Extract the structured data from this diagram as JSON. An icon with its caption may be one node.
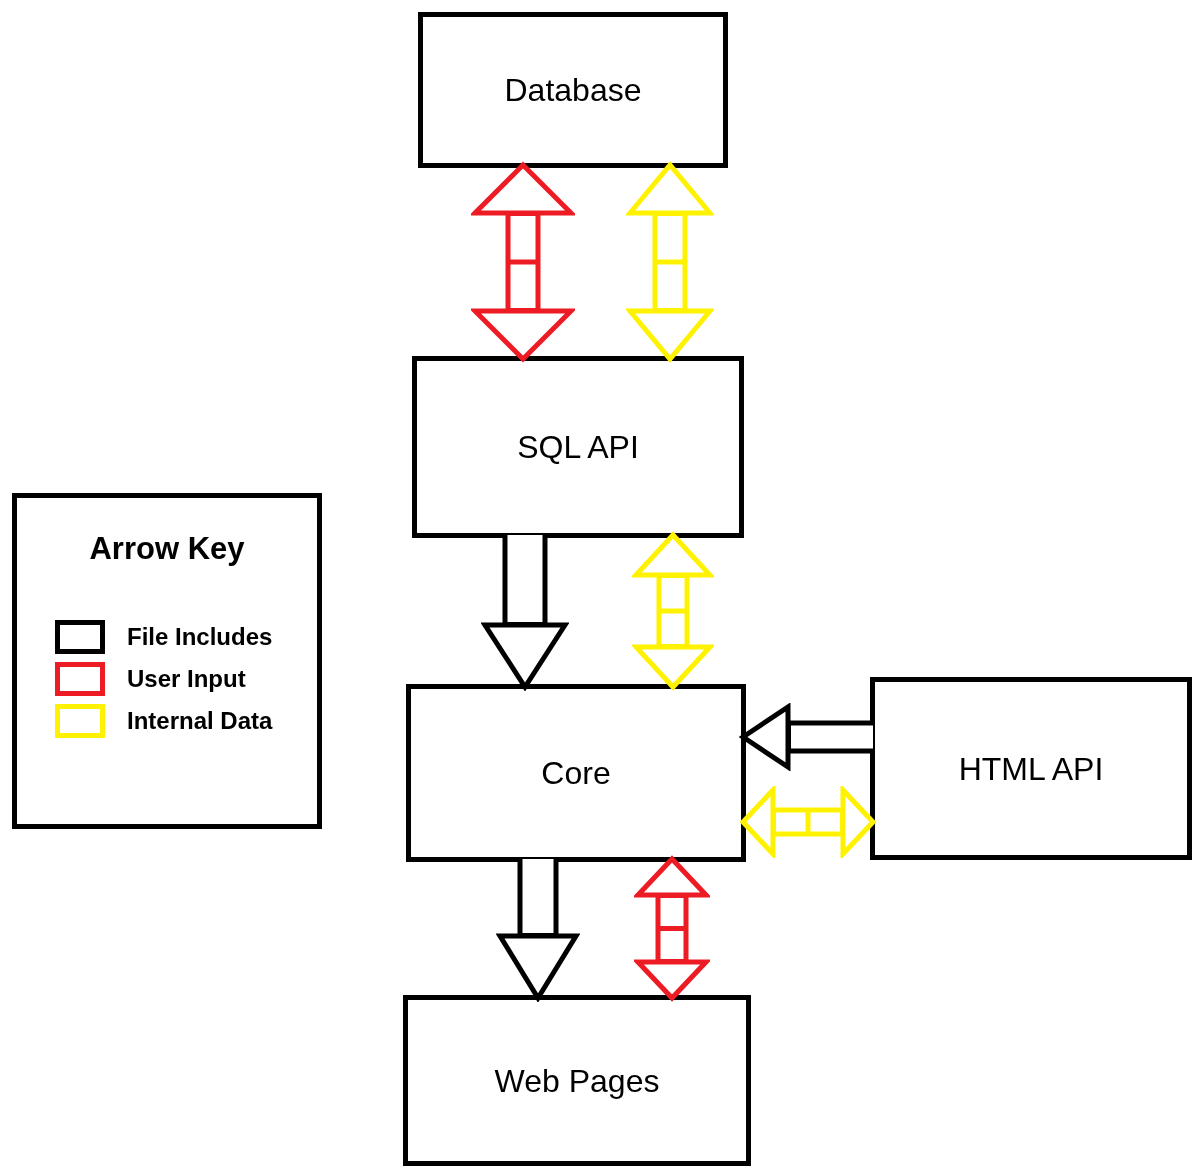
{
  "diagram": {
    "nodes": [
      {
        "text": [
          "Database"
        ]
      },
      {
        "text": [
          "SQL API"
        ]
      },
      {
        "text": [
          "Core"
        ]
      },
      {
        "text": [
          "HTML API"
        ]
      },
      {
        "text": [
          "Web Pages"
        ]
      }
    ],
    "edges": [
      {
        "from": 0,
        "to": 1,
        "arrow": "both",
        "color": "#ed1c24"
      },
      {
        "from": 0,
        "to": 1,
        "arrow": "both",
        "color": "#fff200"
      },
      {
        "from": 1,
        "to": 2,
        "arrow": "to",
        "color": "#000000"
      },
      {
        "from": 1,
        "to": 2,
        "arrow": "both",
        "color": "#fff200"
      },
      {
        "from": 3,
        "to": 2,
        "arrow": "to",
        "color": "#000000"
      },
      {
        "from": 2,
        "to": 3,
        "arrow": "both",
        "color": "#fff200"
      },
      {
        "from": 2,
        "to": 4,
        "arrow": "to",
        "color": "#000000"
      },
      {
        "from": 2,
        "to": 4,
        "arrow": "both",
        "color": "#ed1c24"
      }
    ],
    "labels": [
      "Arrow Key"
    ],
    "legend": [
      {
        "text": "File Includes",
        "color": "#000000"
      },
      {
        "text": "User Input",
        "color": "#ed1c24"
      },
      {
        "text": "Internal Data",
        "color": "#fff200"
      }
    ]
  }
}
